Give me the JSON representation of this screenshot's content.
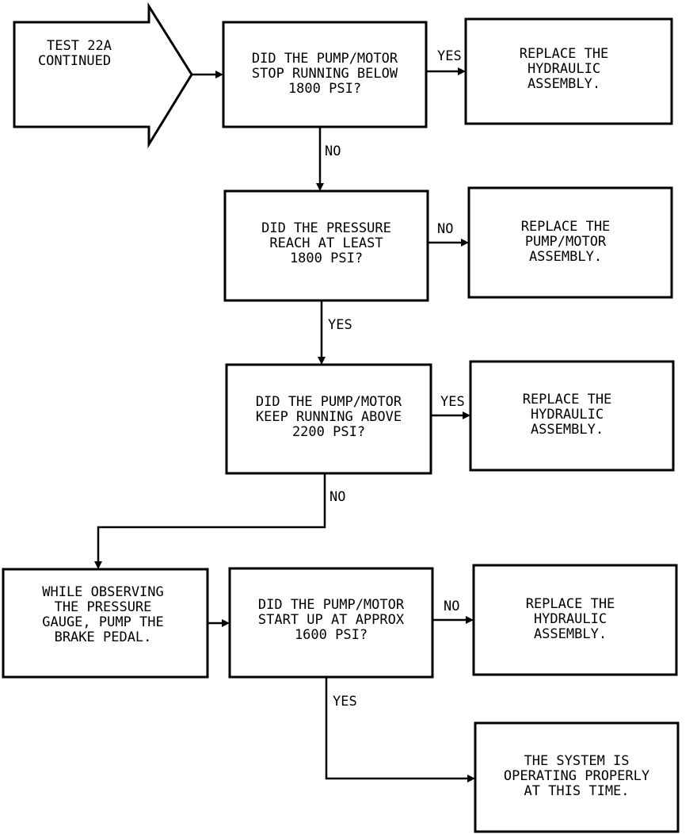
{
  "start": {
    "lines": [
      "TEST 22A",
      "CONTINUED"
    ]
  },
  "nodes": {
    "q1": {
      "lines": [
        "DID THE PUMP/MOTOR",
        "STOP RUNNING BELOW",
        "1800 PSI?"
      ]
    },
    "r1": {
      "lines": [
        "REPLACE THE",
        "HYDRAULIC",
        "ASSEMBLY."
      ]
    },
    "q2": {
      "lines": [
        "DID THE PRESSURE",
        "REACH AT LEAST",
        "1800 PSI?"
      ]
    },
    "r2": {
      "lines": [
        "REPLACE THE",
        "PUMP/MOTOR",
        "ASSEMBLY."
      ]
    },
    "q3": {
      "lines": [
        "DID THE PUMP/MOTOR",
        "KEEP RUNNING ABOVE",
        "2200 PSI?"
      ]
    },
    "r3": {
      "lines": [
        "REPLACE THE",
        "HYDRAULIC",
        "ASSEMBLY."
      ]
    },
    "a1": {
      "lines": [
        "WHILE OBSERVING",
        "THE PRESSURE",
        "GAUGE, PUMP THE",
        "BRAKE PEDAL."
      ]
    },
    "q4": {
      "lines": [
        "DID THE PUMP/MOTOR",
        "START UP AT APPROX",
        "1600 PSI?"
      ]
    },
    "r4": {
      "lines": [
        "REPLACE THE",
        "HYDRAULIC",
        "ASSEMBLY."
      ]
    },
    "r5": {
      "lines": [
        "THE SYSTEM IS",
        "OPERATING PROPERLY",
        "AT THIS TIME."
      ]
    }
  },
  "edges": {
    "e_start_q1": "",
    "e_q1_r1": "YES",
    "e_q1_q2": "NO",
    "e_q2_r2": "NO",
    "e_q2_q3": "YES",
    "e_q3_r3": "YES",
    "e_q3_a1": "NO",
    "e_a1_q4": "",
    "e_q4_r4": "NO",
    "e_q4_r5": "YES"
  }
}
